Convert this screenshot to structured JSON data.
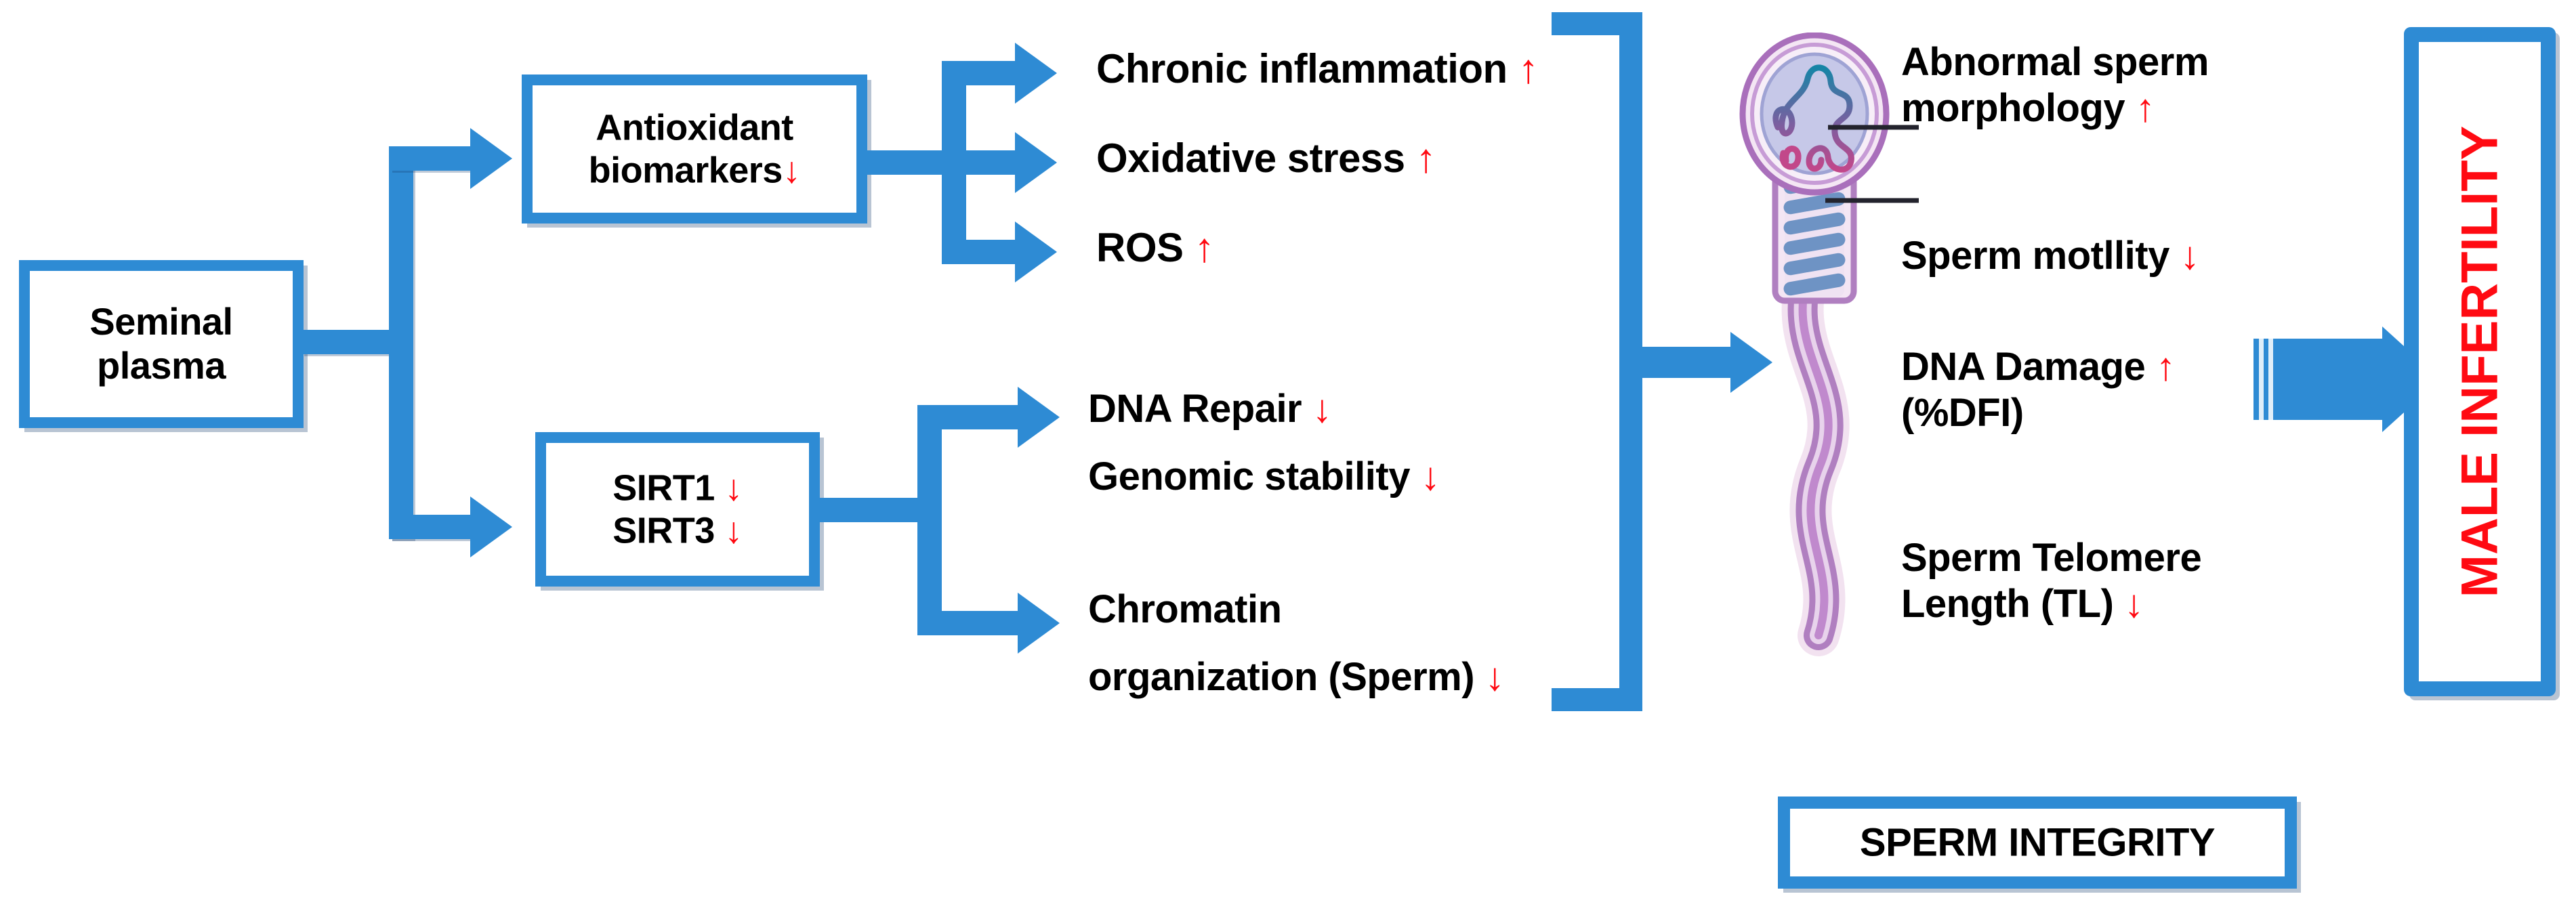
{
  "diagram": {
    "title_visible": false,
    "colors": {
      "connector_blue": "#2E8BD4",
      "arrow_red": "#FF0A12",
      "text_black": "#000000",
      "infertility_red": "#FF0A12",
      "sperm_head_outline": "#A museum",
      "sperm_purple": "#B07FC0",
      "sperm_nucleus": "#C6C8E8",
      "dna_teal": "#1E8FA8",
      "dna_pink": "#C2478A",
      "midpiece_band": "#6E93C4"
    },
    "source_box": {
      "lines": [
        "Seminal",
        "plasma"
      ]
    },
    "mediator_boxes": [
      {
        "id": "antioxidant-biomarkers",
        "lines": [
          "Antioxidant",
          "biomarkers"
        ],
        "trend": "down",
        "trend_glyph": "↓"
      },
      {
        "id": "sirt",
        "lines": [
          "SIRT1",
          "SIRT3"
        ],
        "trend": "down",
        "trend_glyph": "↓",
        "line_trends": [
          "down",
          "down"
        ]
      }
    ],
    "branch_one_outcomes": [
      {
        "label": "Chronic inflammation",
        "trend": "up",
        "trend_glyph": "↑"
      },
      {
        "label": "Oxidative stress",
        "trend": "up",
        "trend_glyph": "↑"
      },
      {
        "label": "ROS",
        "trend": "up",
        "trend_glyph": "↑"
      }
    ],
    "branch_two_outcomes": [
      {
        "lines": [
          {
            "label": "DNA Repair",
            "trend": "down",
            "trend_glyph": "↓"
          },
          {
            "label": "Genomic stability",
            "trend": "down",
            "trend_glyph": "↓"
          }
        ]
      },
      {
        "lines": [
          {
            "label": "Chromatin",
            "trend": "none",
            "trend_glyph": ""
          },
          {
            "label": "organization (Sperm)",
            "trend": "down",
            "trend_glyph": "↓"
          }
        ]
      }
    ],
    "sperm_panel": {
      "caption": "SPERM INTEGRITY",
      "items": [
        {
          "lines": [
            "Abnormal sperm",
            "morphology"
          ],
          "trend": "up",
          "trend_glyph": "↑",
          "trend_on_line": 1
        },
        {
          "lines": [
            "Sperm motllity"
          ],
          "trend": "down",
          "trend_glyph": "↓",
          "trend_on_line": 0
        },
        {
          "lines": [
            "DNA Damage",
            "(%DFI)"
          ],
          "trend": "up",
          "trend_glyph": "↑",
          "trend_on_line": 0
        },
        {
          "lines": [
            "Sperm Telomere",
            "Length (TL)"
          ],
          "trend": "down",
          "trend_glyph": "↓",
          "trend_on_line": 1
        }
      ]
    },
    "outcome_box": {
      "label": "MALE INFERTILITY",
      "orientation": "vertical-bottom-to-top"
    }
  }
}
